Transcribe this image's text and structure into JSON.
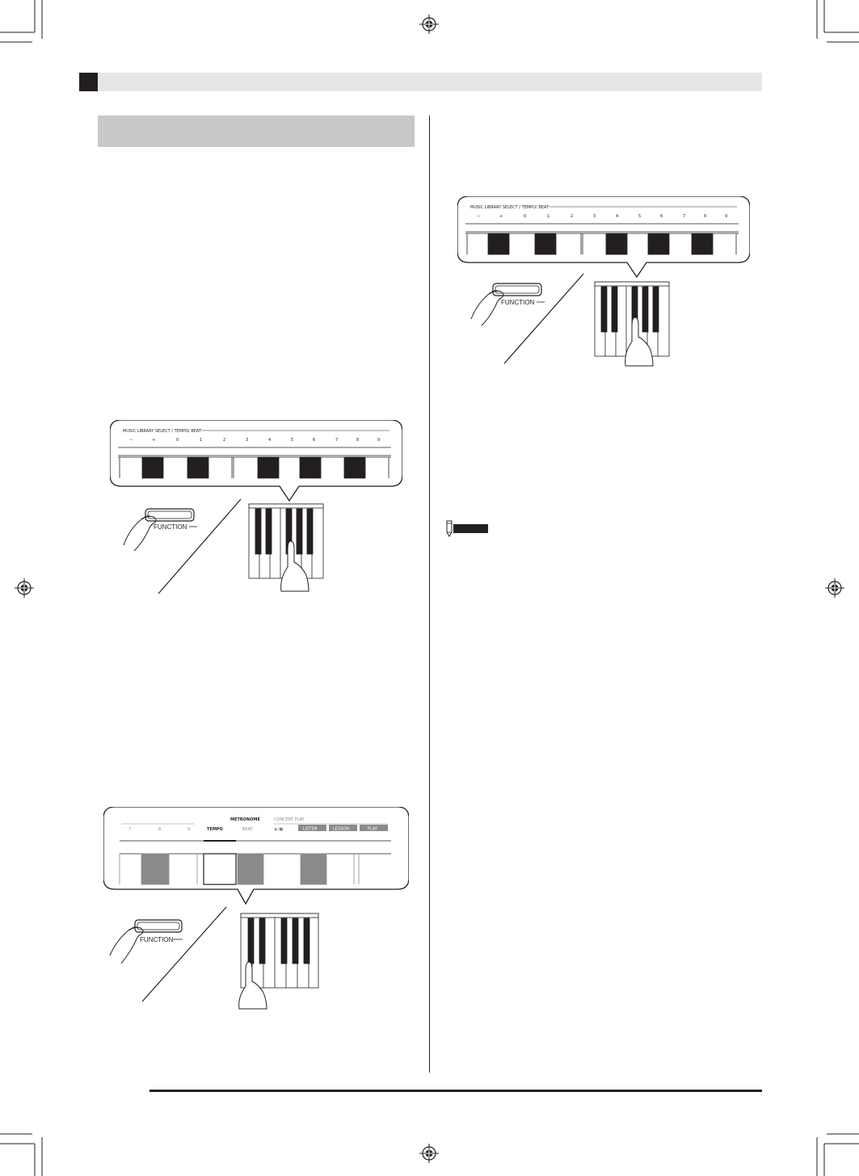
{
  "page": {
    "title": "",
    "section_heading": ""
  },
  "figures": {
    "fig1": {
      "panel_label": "MUSIC LIBRARY SELECT / TEMPO/ BEAT",
      "keys": [
        "−",
        "+",
        "0",
        "1",
        "2",
        "3",
        "4",
        "5",
        "6",
        "7",
        "8",
        "9"
      ],
      "button_label": "FUNCTION"
    },
    "fig2": {
      "panel_label": "MUSIC LIBRARY SELECT / TEMPO/ BEAT",
      "keys": [
        "−",
        "+",
        "0",
        "1",
        "2",
        "3",
        "4",
        "5",
        "6",
        "7",
        "8",
        "9"
      ],
      "button_label": "FUNCTION"
    },
    "fig3": {
      "group1_keys": [
        "7",
        "8",
        "9"
      ],
      "metronome_label": "METRONOME",
      "tempo_label": "TEMPO",
      "beat_label": "BEAT",
      "concert_play_label": "CONCERT PLAY",
      "play_stop_label": "▶/■",
      "listen_label": "LISTEN",
      "lesson_label": "LESSON",
      "play_label": "PLAY",
      "button_label": "FUNCTION"
    }
  },
  "icons": {
    "registration_mark": "registration-mark-icon",
    "note_pencil": "pencil-note-icon"
  },
  "colors": {
    "ink": "#231f20",
    "header_bar": "#e6e6e6",
    "section_box": "#c8c8c8",
    "key_highlight": "#8a8a8a"
  }
}
